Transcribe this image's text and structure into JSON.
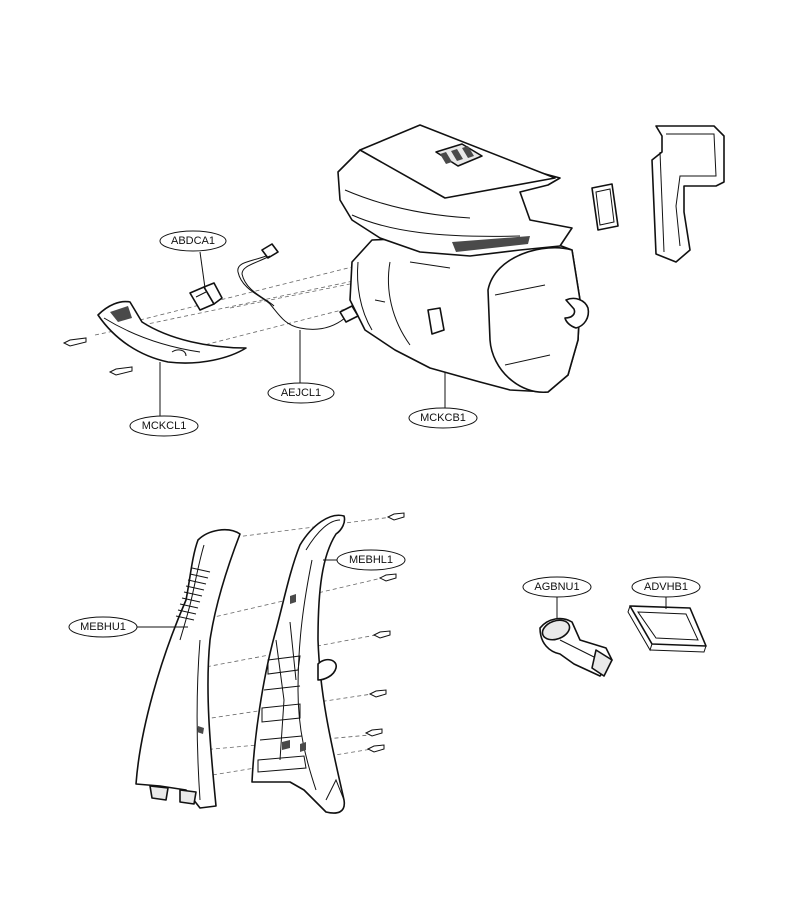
{
  "callouts": {
    "abdca1": "ABDCA1",
    "aejcl1": "AEJCL1",
    "mckcl1": "MCKCL1",
    "mckcb1": "MCKCB1",
    "mebhu1": "MEBHU1",
    "mebhl1": "MEBHL1",
    "agbnu1": "AGBNU1",
    "advhb1": "ADVHB1"
  },
  "colors": {
    "line": "#111111",
    "background": "#ffffff"
  }
}
